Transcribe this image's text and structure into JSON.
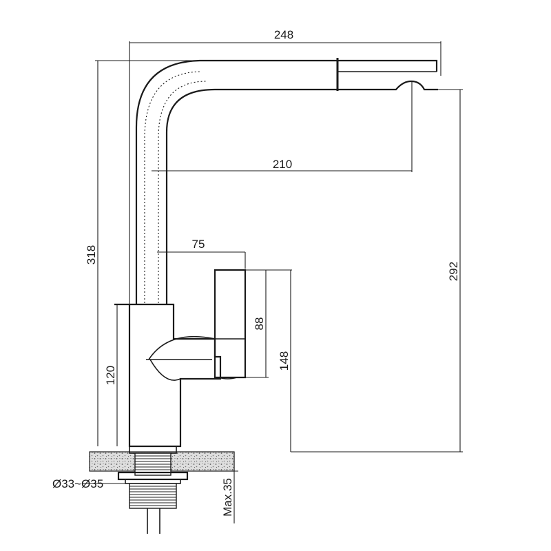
{
  "dimensions": {
    "overall_width": "248",
    "spout_reach": "210",
    "lever_offset": "75",
    "lever_height": "88",
    "lever_top_height": "148",
    "base_to_lever": "120",
    "overall_height": "318",
    "outlet_height": "292",
    "hole_diameter": "Ø33~Ø35",
    "max_thickness": "Max.35"
  }
}
